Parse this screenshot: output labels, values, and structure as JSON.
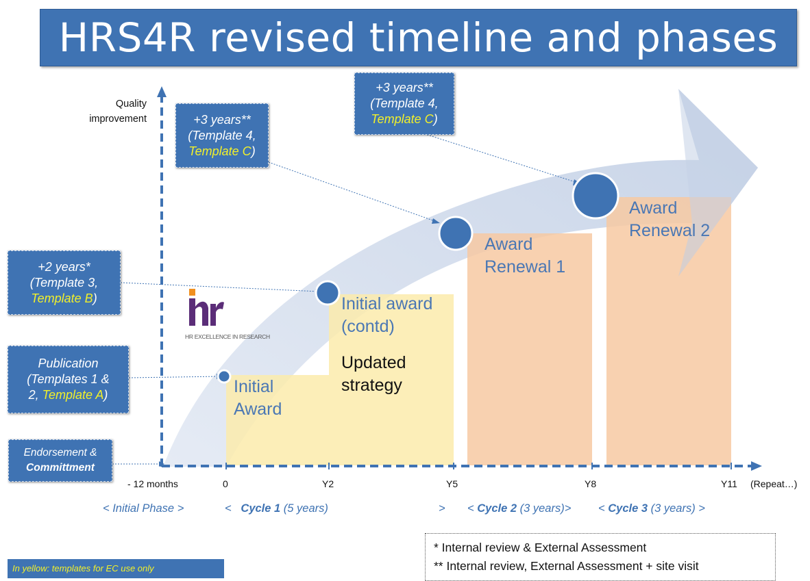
{
  "title": "HRS4R revised timeline and phases",
  "y_axis_label": [
    "Quality",
    "improvement"
  ],
  "callouts": {
    "endorsement": {
      "line1": "Endorsement &",
      "line2": "Committment"
    },
    "publication": {
      "line1": "Publication",
      "line2": "(Templates 1 &",
      "line3a": "2, ",
      "line3b": "Template A",
      "line3c": ")"
    },
    "plus2": {
      "line1": "+2 years*",
      "line2": "(Template 3,",
      "line3": "Template B",
      "line3c": ")"
    },
    "plus3_a": {
      "line1": "+3 years**",
      "line2": "(Template 4,",
      "line3": "Template C",
      "line3c": ")"
    },
    "plus3_b": {
      "line1": "+3 years**",
      "line2": "(Template 4,",
      "line3": "Template C",
      "line3c": ")"
    }
  },
  "logo": {
    "mark": "hr",
    "caption": "HR EXCELLENCE IN RESEARCH"
  },
  "blocks": {
    "initial_award": [
      "Initial",
      "Award"
    ],
    "initial_contd": [
      "Initial award",
      "(contd)"
    ],
    "updated_strategy": [
      "Updated",
      "strategy"
    ],
    "renewal1": [
      "Award",
      "Renewal 1"
    ],
    "renewal2": [
      "Award",
      "Renewal 2"
    ]
  },
  "x_ticks": [
    "- 12 months",
    "0",
    "Y2",
    "Y5",
    "Y8",
    "Y11",
    "(Repeat…)"
  ],
  "phases": {
    "initial": "< Initial Phase >",
    "c1_open": "<",
    "c1_name": "Cycle 1",
    "c1_rest": " (5 years)",
    "c1_close": ">",
    "c2_open": "< ",
    "c2_name": "Cycle 2",
    "c2_rest": " (3 years)>",
    "c3_open": "< ",
    "c3_name": "Cycle 3",
    "c3_rest": " (3 years) >"
  },
  "legend": {
    "line1": "* Internal review & External Assessment",
    "line2": "** Internal review, External Assessment + site visit"
  },
  "note": "In yellow: templates for EC use only",
  "colors": {
    "primary_blue": "#3f73b3",
    "template_yellow": "#f2f02a",
    "block_yellow": "#fcebab",
    "block_orange": "#f7c9a2",
    "arrow_fill": "#c9d5e8",
    "axis_dashed": "#3f73b3"
  }
}
